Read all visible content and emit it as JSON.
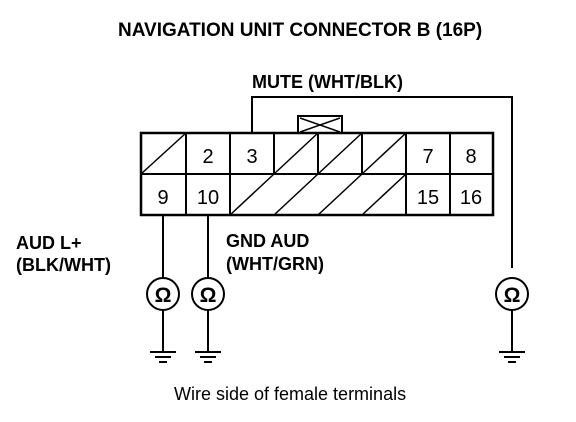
{
  "title": "NAVIGATION UNIT CONNECTOR B (16P)",
  "mute_label": "MUTE (WHT/BLK)",
  "aud_label_line1": "AUD L+",
  "aud_label_line2": "(BLK/WHT)",
  "gnd_label_line1": "GND AUD",
  "gnd_label_line2": "(WHT/GRN)",
  "caption": "Wire side of female terminals",
  "ohm_symbol": "Ω",
  "connector": {
    "top_row": [
      "",
      "2",
      "3",
      "",
      "",
      "",
      "7",
      "8"
    ],
    "bottom_row": [
      "9",
      "10",
      "",
      "",
      "",
      "",
      "15",
      "16"
    ]
  },
  "icons": [
    "ohmmeter-icon",
    "ground-icon"
  ]
}
